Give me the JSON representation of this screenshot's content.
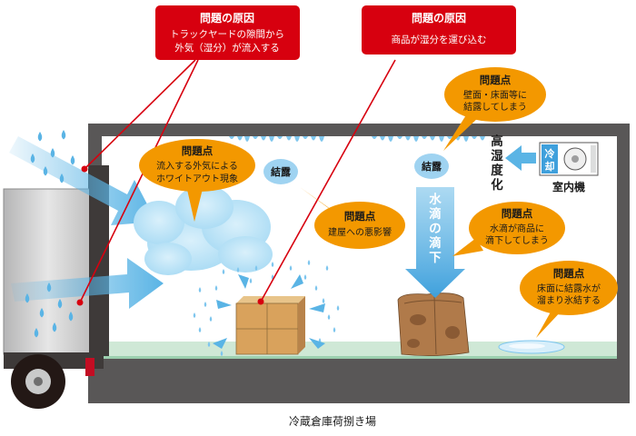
{
  "causes": [
    {
      "title": "問題の原因",
      "lines": [
        "トラックヤードの隙間から",
        "外気（湿分）が流入する"
      ]
    },
    {
      "title": "問題の原因",
      "lines": [
        "商品が湿分を運び込む"
      ]
    }
  ],
  "problems": [
    {
      "title": "問題点",
      "lines": [
        "壁面・床面等に",
        "結露してしまう"
      ]
    },
    {
      "title": "問題点",
      "lines": [
        "流入する外気による",
        "ホワイトアウト現象"
      ]
    },
    {
      "title": "問題点",
      "lines": [
        "建屋への悪影響"
      ]
    },
    {
      "title": "問題点",
      "lines": [
        "水滴が商品に",
        "滴下してしまう"
      ]
    },
    {
      "title": "問題点",
      "lines": [
        "床面に結露水が",
        "溜まり氷結する"
      ]
    }
  ],
  "condensation_labels": [
    "結露",
    "結露"
  ],
  "high_humidity": [
    "高",
    "湿",
    "度",
    "化"
  ],
  "dripping": [
    "水",
    "滴",
    "の",
    "滴",
    "下"
  ],
  "indoor_unit": {
    "label": "室内機",
    "cooling": [
      "冷",
      "却"
    ]
  },
  "caption": "冷蔵倉庫荷捌き場",
  "colors": {
    "cause_red": "#d7000f",
    "problem_orange": "#f39800",
    "wall": "#595757",
    "floor": "#cfe8d6",
    "arrow_blue": "#5ab4e5",
    "droplet": "#7ec6ee"
  }
}
